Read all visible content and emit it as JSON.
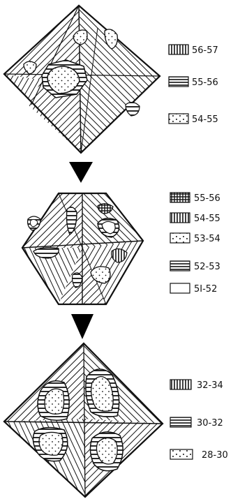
{
  "stage1": {
    "legend": [
      {
        "pattern": "vertical",
        "label": "56-57"
      },
      {
        "pattern": "horizontal",
        "label": "55-56"
      },
      {
        "pattern": "dots",
        "label": "54-55"
      }
    ]
  },
  "stage2": {
    "legend": [
      {
        "pattern": "grid",
        "label": "55-56"
      },
      {
        "pattern": "vertical",
        "label": "54-55"
      },
      {
        "pattern": "dots",
        "label": "53-54"
      },
      {
        "pattern": "horizontal",
        "label": "52-53"
      },
      {
        "pattern": "blank",
        "label": "5I-52"
      }
    ]
  },
  "stage3": {
    "legend": [
      {
        "pattern": "vertical",
        "label": "32-34"
      },
      {
        "pattern": "horizontal",
        "label": "30-32"
      },
      {
        "pattern": "dots",
        "label": "28-30"
      }
    ]
  },
  "arrow_color": "#000000",
  "ink_color": "#111111"
}
